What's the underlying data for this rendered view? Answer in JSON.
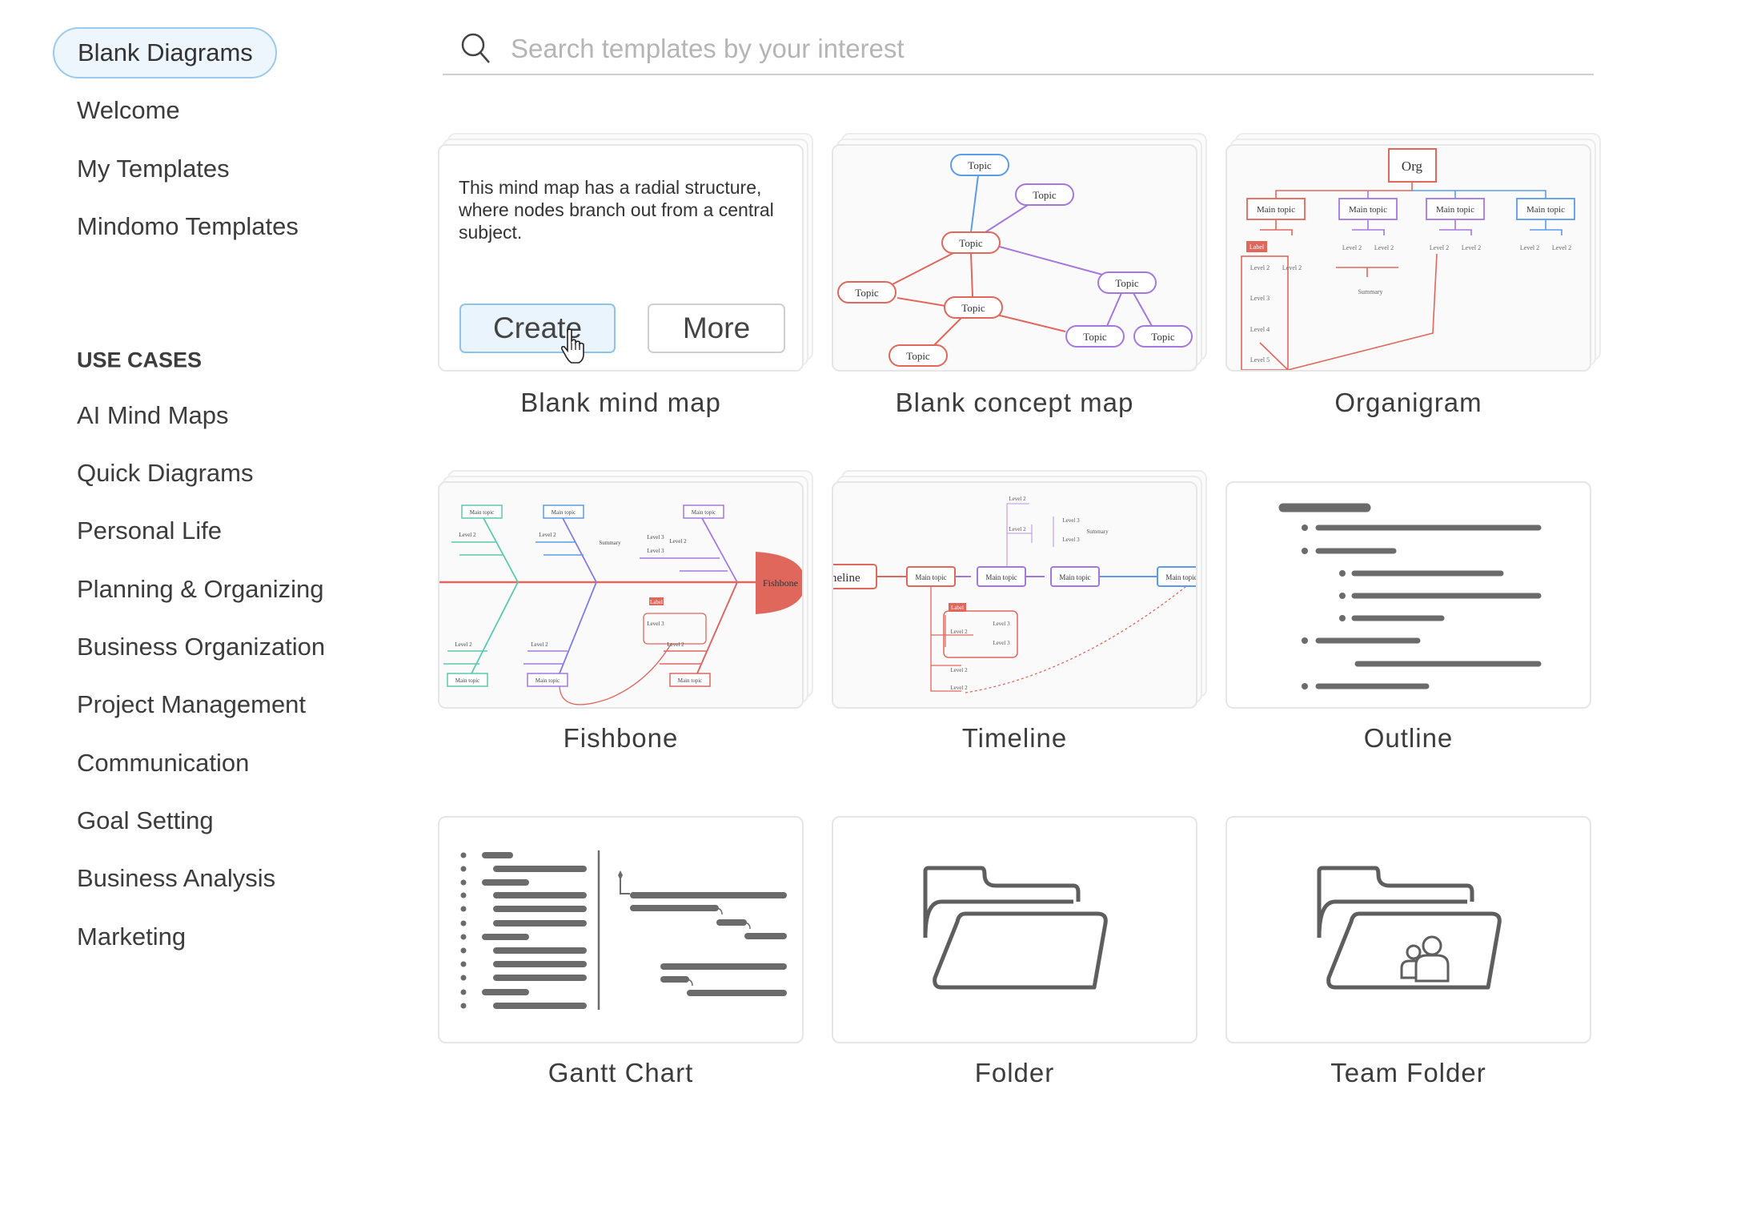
{
  "sidebar": {
    "active_item": "Blank Diagrams",
    "items": [
      "Welcome",
      "My Templates",
      "Mindomo Templates"
    ],
    "section_title": "USE CASES",
    "use_cases": [
      "AI Mind Maps",
      "Quick Diagrams",
      "Personal Life",
      "Planning & Organizing",
      "Business Organization",
      "Project Management",
      "Communication",
      "Goal Setting",
      "Business Analysis",
      "Marketing"
    ]
  },
  "search": {
    "placeholder": "Search templates by your interest",
    "value": ""
  },
  "cards": [
    {
      "label": "Blank mind map"
    },
    {
      "label": "Blank concept map"
    },
    {
      "label": "Organigram"
    },
    {
      "label": "Fishbone"
    },
    {
      "label": "Timeline"
    },
    {
      "label": "Outline"
    },
    {
      "label": "Gantt Chart"
    },
    {
      "label": "Folder"
    },
    {
      "label": "Team Folder"
    }
  ],
  "blank_mind_map": {
    "description": "This mind map has a radial structure, where nodes branch out from a central subject.",
    "create_label": "Create",
    "more_label": "More"
  },
  "thumb_text": {
    "topic": "Topic",
    "org": "Org",
    "main_topic": "Main topic",
    "level2": "Level 2",
    "level3": "Level 3",
    "level4": "Level 4",
    "level5": "Level 5",
    "label": "Label",
    "summary": "Summary",
    "fishbone": "Fishbone",
    "timeline": "Timeline"
  },
  "colors": {
    "accent": "#8fc2ec",
    "red": "#e0675c",
    "purple": "#a477e0",
    "blue": "#5b9be8",
    "teal": "#5cc8b0",
    "gray": "#6b6b6b"
  }
}
